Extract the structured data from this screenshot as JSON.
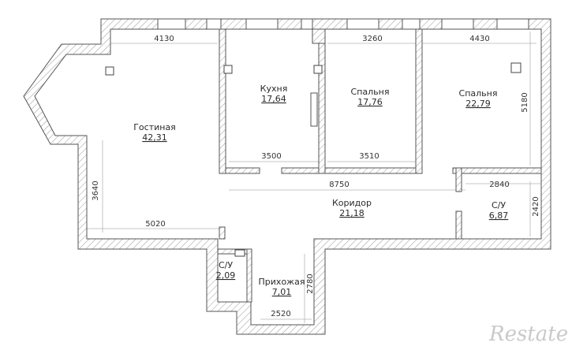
{
  "rooms": [
    {
      "name": "Гостиная",
      "area": "42,31"
    },
    {
      "name": "Кухня",
      "area": "17,64"
    },
    {
      "name": "Спальня",
      "area": "17,76"
    },
    {
      "name": "Спальня",
      "area": "22,79"
    },
    {
      "name": "Коридор",
      "area": "21,18"
    },
    {
      "name": "С/У",
      "area": "6,87"
    },
    {
      "name": "С/У",
      "area": "2,09"
    },
    {
      "name": "Прихожая",
      "area": "7,01"
    }
  ],
  "dimensions": {
    "living_top": "4130",
    "bedroom1_top": "3260",
    "bedroom2_top": "4430",
    "right_height": "5180",
    "kitchen_bottom": "3500",
    "bedroom1_bottom": "3510",
    "corridor_len": "8750",
    "bath_width": "2840",
    "bath_height": "2420",
    "living_height": "3640",
    "living_bottom": "5020",
    "hall_height": "2780",
    "hall_width": "2520"
  },
  "watermark": "Restate",
  "colors": {
    "wall": "#ffffff",
    "wall_outline": "#555555",
    "hatch": "#9a9a9a",
    "dim_line": "#b5b5b5"
  }
}
